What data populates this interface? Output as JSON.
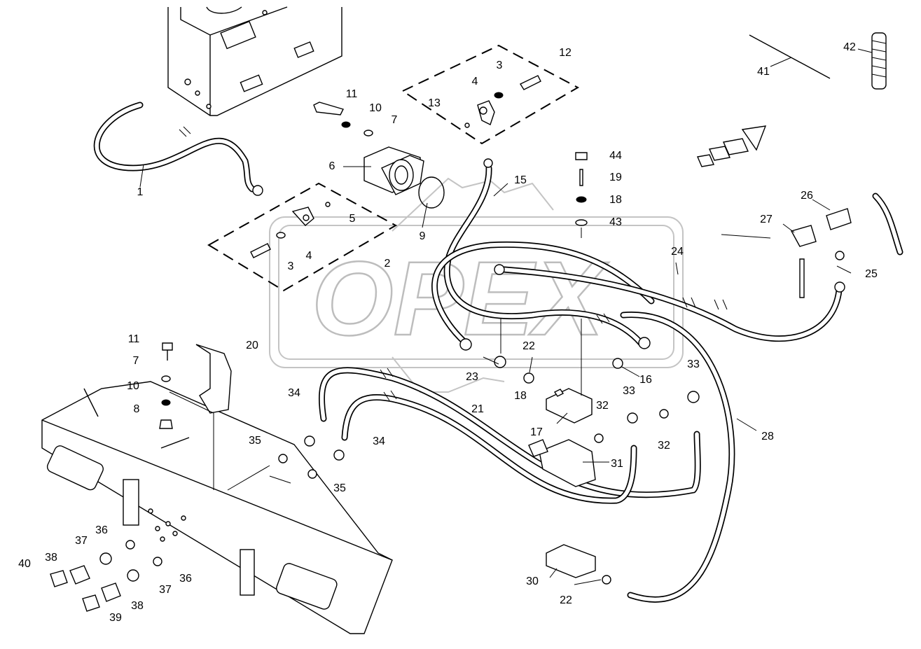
{
  "watermark": "OPEX",
  "labels": [
    {
      "id": "p1",
      "text": "1"
    },
    {
      "id": "p2",
      "text": "2"
    },
    {
      "id": "p3a",
      "text": "3"
    },
    {
      "id": "p3b",
      "text": "3"
    },
    {
      "id": "p4a",
      "text": "4"
    },
    {
      "id": "p4b",
      "text": "4"
    },
    {
      "id": "p5",
      "text": "5"
    },
    {
      "id": "p6",
      "text": "6"
    },
    {
      "id": "p7a",
      "text": "7"
    },
    {
      "id": "p7b",
      "text": "7"
    },
    {
      "id": "p8",
      "text": "8"
    },
    {
      "id": "p9",
      "text": "9"
    },
    {
      "id": "p10a",
      "text": "10"
    },
    {
      "id": "p10b",
      "text": "10"
    },
    {
      "id": "p11a",
      "text": "11"
    },
    {
      "id": "p11b",
      "text": "11"
    },
    {
      "id": "p12",
      "text": "12"
    },
    {
      "id": "p13",
      "text": "13"
    },
    {
      "id": "p15",
      "text": "15"
    },
    {
      "id": "p16",
      "text": "16"
    },
    {
      "id": "p17",
      "text": "17"
    },
    {
      "id": "p18a",
      "text": "18"
    },
    {
      "id": "p18b",
      "text": "18"
    },
    {
      "id": "p19",
      "text": "19"
    },
    {
      "id": "p20",
      "text": "20"
    },
    {
      "id": "p21",
      "text": "21"
    },
    {
      "id": "p22a",
      "text": "22"
    },
    {
      "id": "p22b",
      "text": "22"
    },
    {
      "id": "p23",
      "text": "23"
    },
    {
      "id": "p24",
      "text": "24"
    },
    {
      "id": "p25",
      "text": "25"
    },
    {
      "id": "p26",
      "text": "26"
    },
    {
      "id": "p27",
      "text": "27"
    },
    {
      "id": "p28",
      "text": "28"
    },
    {
      "id": "p30",
      "text": "30"
    },
    {
      "id": "p31",
      "text": "31"
    },
    {
      "id": "p32a",
      "text": "32"
    },
    {
      "id": "p32b",
      "text": "32"
    },
    {
      "id": "p33a",
      "text": "33"
    },
    {
      "id": "p33b",
      "text": "33"
    },
    {
      "id": "p34a",
      "text": "34"
    },
    {
      "id": "p34b",
      "text": "34"
    },
    {
      "id": "p35a",
      "text": "35"
    },
    {
      "id": "p35b",
      "text": "35"
    },
    {
      "id": "p36a",
      "text": "36"
    },
    {
      "id": "p36b",
      "text": "36"
    },
    {
      "id": "p37a",
      "text": "37"
    },
    {
      "id": "p37b",
      "text": "37"
    },
    {
      "id": "p38a",
      "text": "38"
    },
    {
      "id": "p38b",
      "text": "38"
    },
    {
      "id": "p39",
      "text": "39"
    },
    {
      "id": "p40",
      "text": "40"
    },
    {
      "id": "p41",
      "text": "41"
    },
    {
      "id": "p42",
      "text": "42"
    },
    {
      "id": "p43",
      "text": "43"
    },
    {
      "id": "p44",
      "text": "44"
    }
  ]
}
